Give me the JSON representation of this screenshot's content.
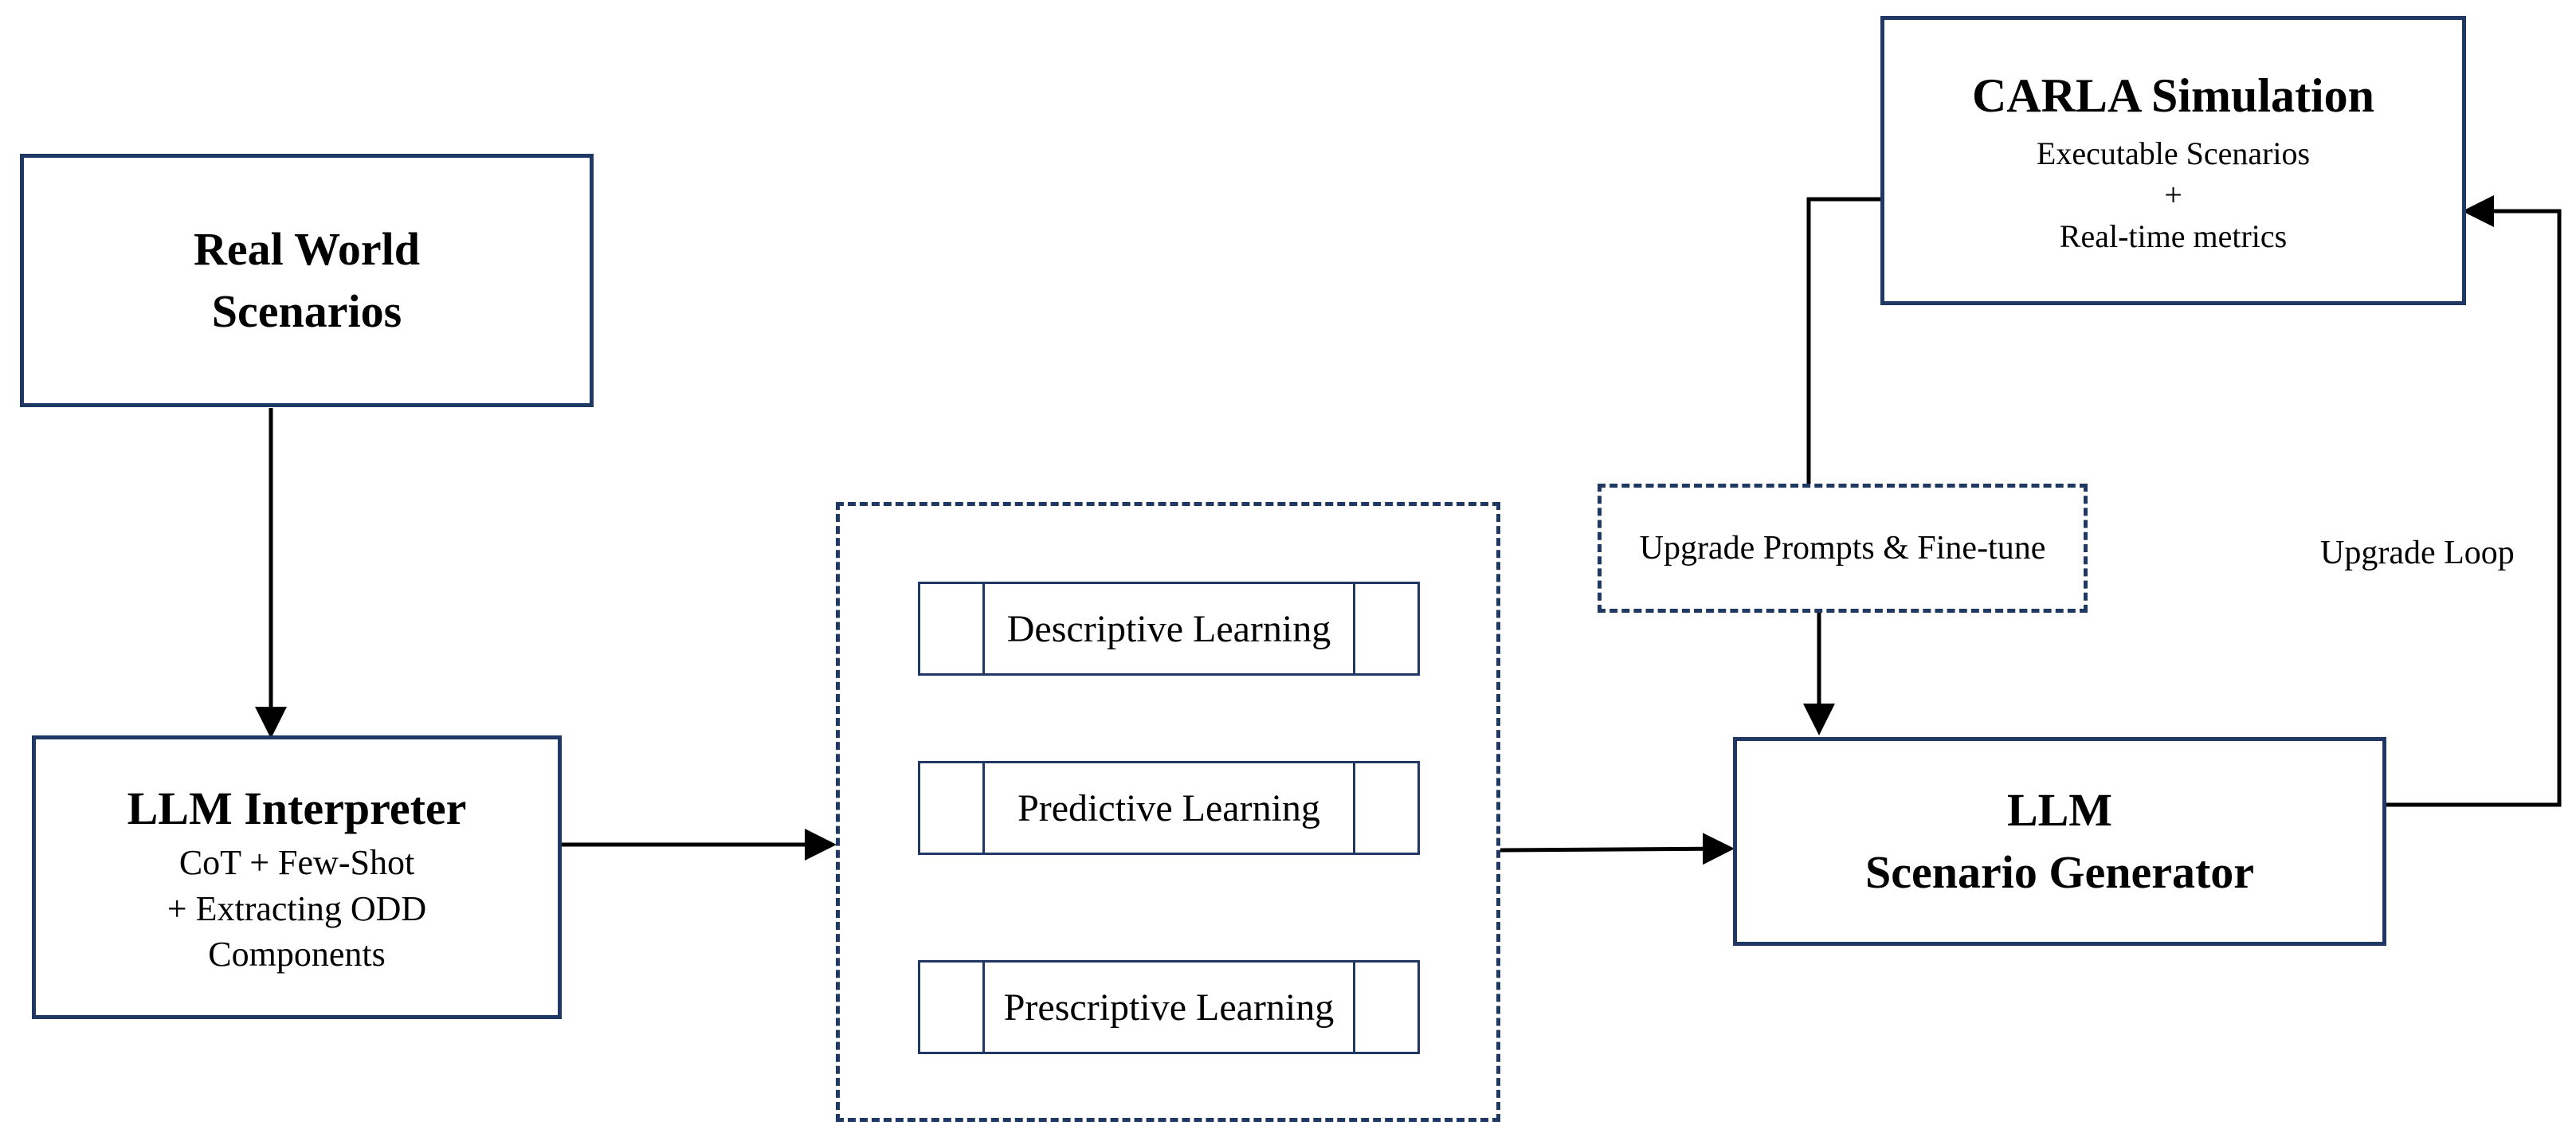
{
  "real_world": {
    "line1": "Real World",
    "line2": "Scenarios"
  },
  "interpreter": {
    "title": "LLM Interpreter",
    "line1": "CoT + Few-Shot",
    "line2": "+ Extracting ODD",
    "line3": "Components"
  },
  "learning": {
    "descriptive": "Descriptive Learning",
    "predictive": "Predictive Learning",
    "prescriptive": "Prescriptive Learning"
  },
  "carla": {
    "title": "CARLA Simulation",
    "line1": "Executable Scenarios",
    "line2": "+",
    "line3": "Real-time metrics"
  },
  "upgrade_prompts": "Upgrade Prompts & Fine-tune",
  "upgrade_loop": "Upgrade Loop",
  "generator": {
    "line1": "LLM",
    "line2": "Scenario Generator"
  },
  "colors": {
    "box_border": "#1f3864",
    "arrow": "#000000"
  }
}
